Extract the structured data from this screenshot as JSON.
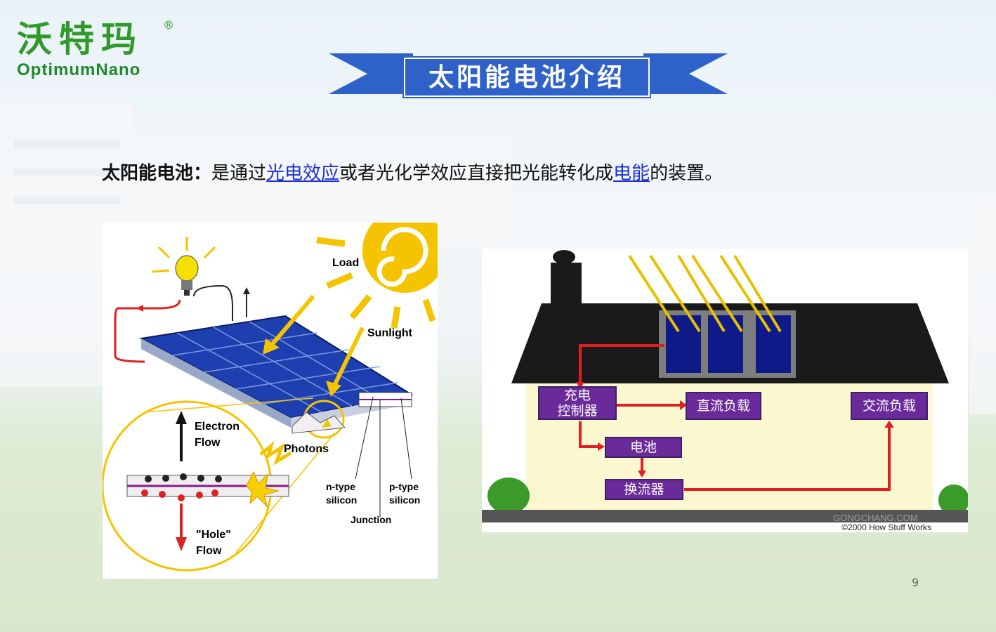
{
  "logo": {
    "chinese": "沃特玛",
    "registered": "®",
    "english": "OptimumNano"
  },
  "title": "太阳能电池介绍",
  "intro": {
    "term": "太阳能电池：",
    "part1": "是通过",
    "link1": "光电效应",
    "part2": "或者光化学效应直接把光能转化成",
    "link2": "电能",
    "part3": "的装置。"
  },
  "diagram_left": {
    "load": "Load",
    "sunlight": "Sunlight",
    "electron_flow_1": "Electron",
    "electron_flow_2": "Flow",
    "photons": "Photons",
    "n_type_1": "n-type",
    "n_type_2": "silicon",
    "p_type_1": "p-type",
    "p_type_2": "silicon",
    "junction": "Junction",
    "hole_flow_1": "\"Hole\"",
    "hole_flow_2": "Flow"
  },
  "diagram_right": {
    "charge_controller_1": "充电",
    "charge_controller_2": "控制器",
    "dc_load": "直流负载",
    "ac_load": "交流负载",
    "battery": "电池",
    "inverter": "换流器",
    "copyright": "©2000 How Stuff Works",
    "watermark": "GONGCHANG.COM"
  },
  "page_number": "9",
  "colors": {
    "banner_blue": "#2e62c8",
    "logo_green": "#2f9a2a",
    "flow_purple": "#6a2a9a",
    "arrow_red": "#e02020",
    "sun_yellow": "#f5c400"
  }
}
